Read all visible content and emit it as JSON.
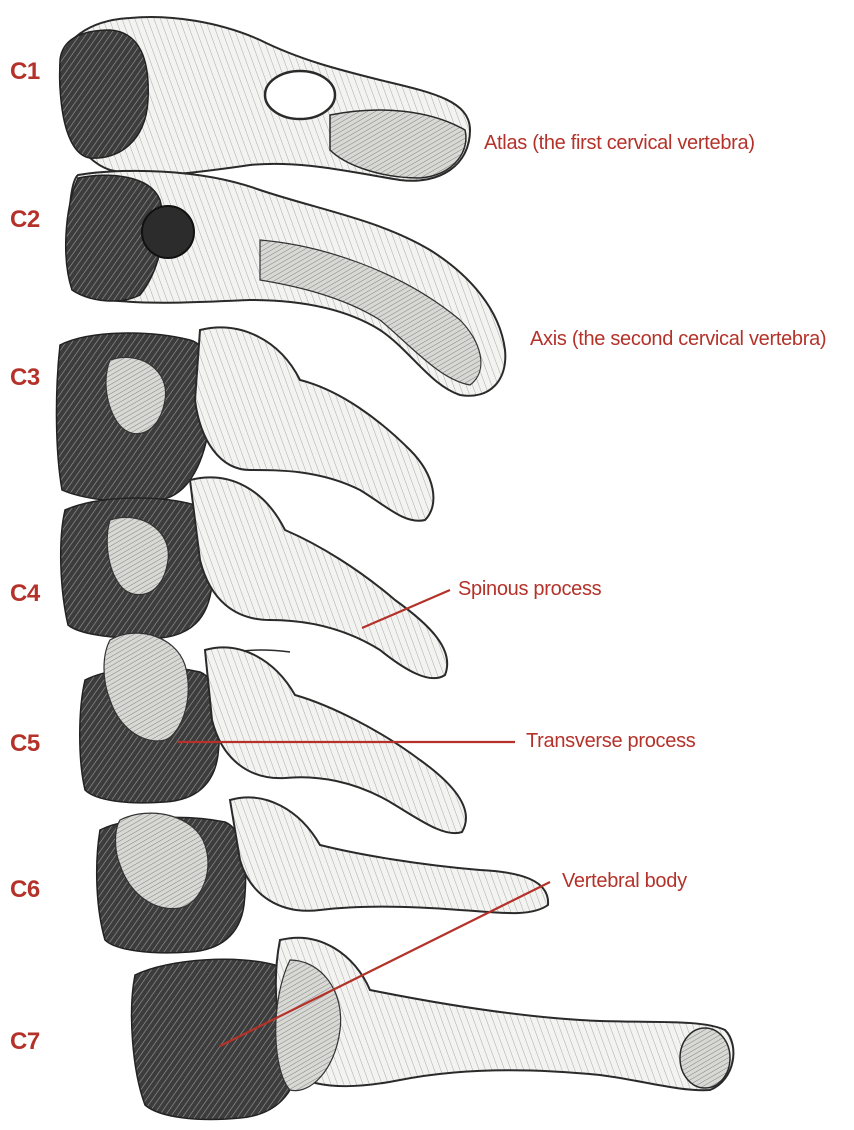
{
  "levels": {
    "c1": "C1",
    "c2": "C2",
    "c3": "C3",
    "c4": "C4",
    "c5": "C5",
    "c6": "C6",
    "c7": "C7"
  },
  "callouts": {
    "atlas": "Atlas (the first cervical vertebra)",
    "axis": "Axis (the second cervical vertebra)",
    "spinous": "Spinous process",
    "transverse": "Transverse process",
    "body": "Vertebral body"
  },
  "colors": {
    "label": "#b4322a",
    "bone_fill": "#f1f1ef",
    "bone_stroke": "#2a2a2a",
    "body_fill": "#4a4a4a"
  }
}
